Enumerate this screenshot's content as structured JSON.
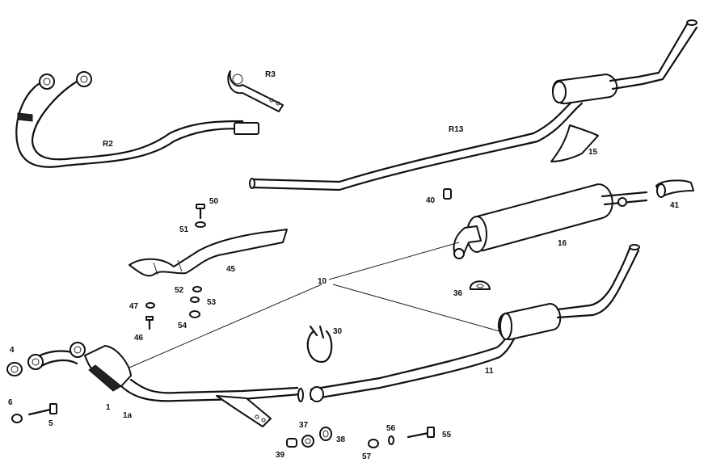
{
  "labels": {
    "r2": "R2",
    "r3": "R3",
    "r13": "R13",
    "p15": "15",
    "p40": "40",
    "p41": "41",
    "p50": "50",
    "p51": "51",
    "p45": "45",
    "p16": "16",
    "p10": "10",
    "p36": "36",
    "p52": "52",
    "p53": "53",
    "p47": "47",
    "p54": "54",
    "p46": "46",
    "p30": "30",
    "p4": "4",
    "p11": "11",
    "p6": "6",
    "p1": "1",
    "p1a": "1a",
    "p5": "5",
    "p37": "37",
    "p56": "56",
    "p55": "55",
    "p38": "38",
    "p39": "39",
    "p57": "57"
  }
}
